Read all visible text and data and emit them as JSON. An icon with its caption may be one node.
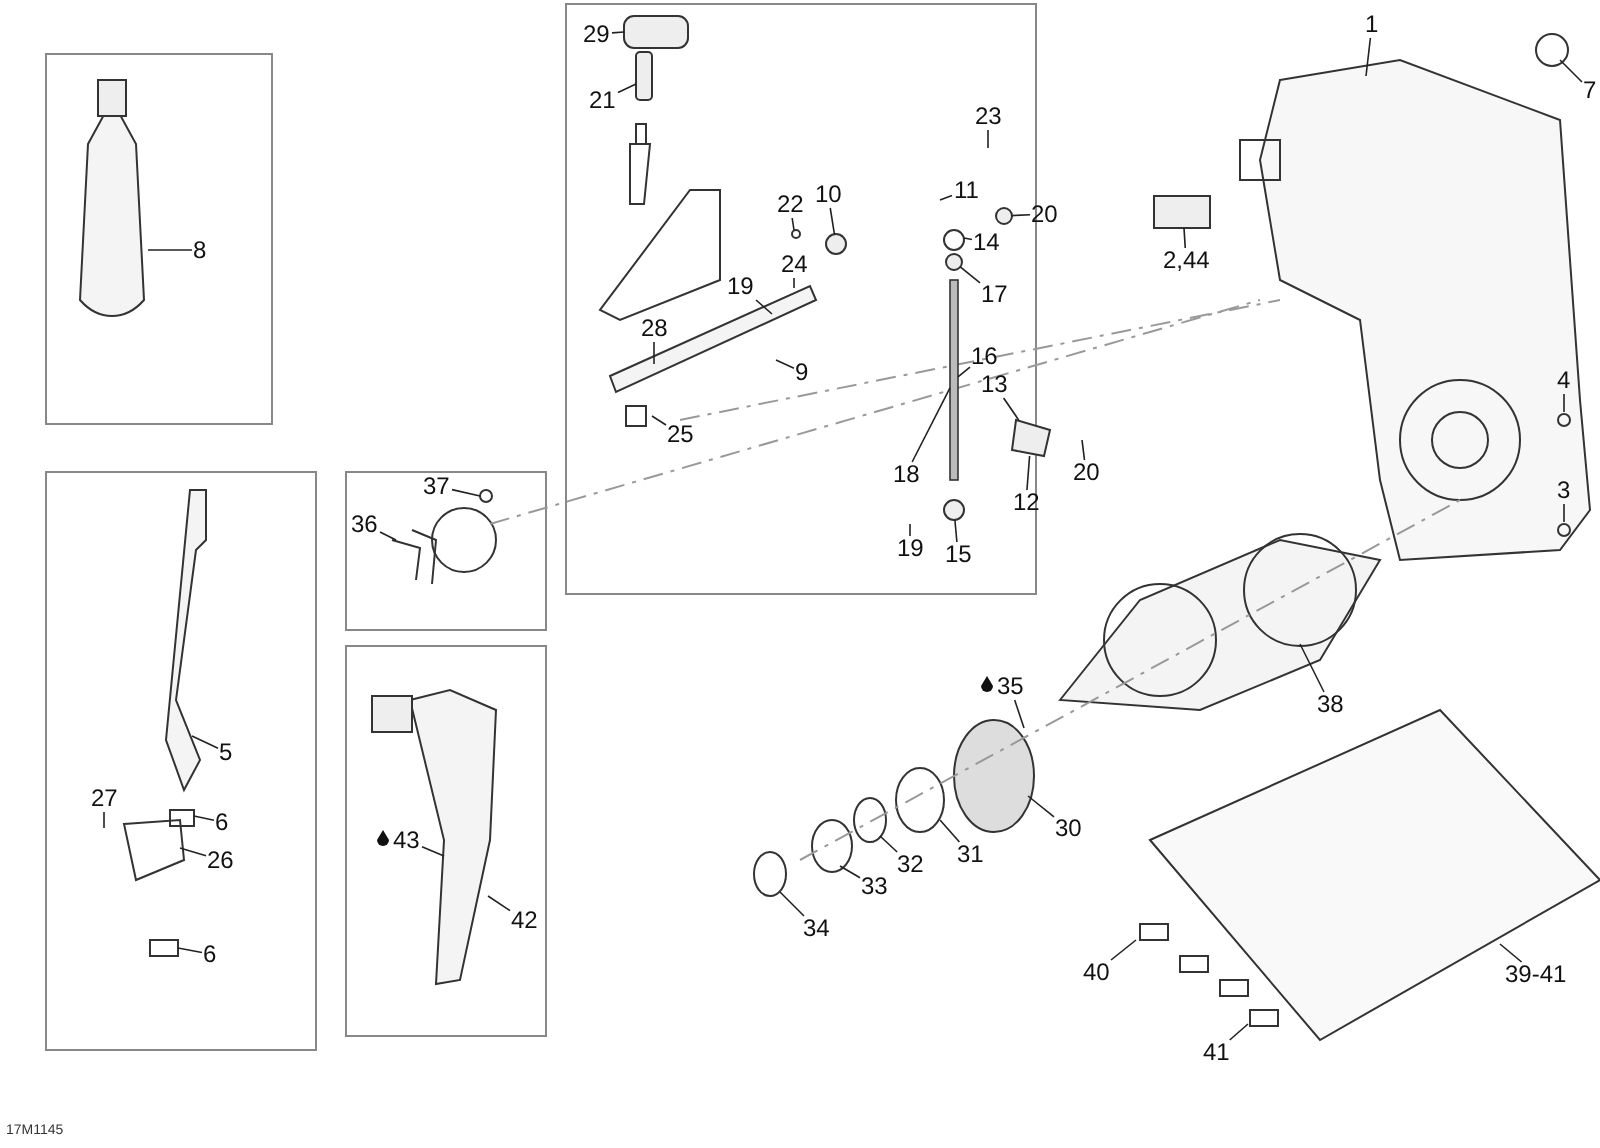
{
  "diagram": {
    "nodes": [
      {
        "text": [
          "1"
        ]
      },
      {
        "text": [
          "7"
        ]
      },
      {
        "text": [
          "2,44"
        ]
      },
      {
        "text": [
          "4"
        ]
      },
      {
        "text": [
          "3"
        ]
      },
      {
        "text": [
          "8"
        ]
      },
      {
        "text": [
          "29"
        ]
      },
      {
        "text": [
          "21"
        ]
      },
      {
        "text": [
          "23"
        ]
      },
      {
        "text": [
          "10"
        ]
      },
      {
        "text": [
          "11"
        ]
      },
      {
        "text": [
          "22"
        ]
      },
      {
        "text": [
          "20"
        ]
      },
      {
        "text": [
          "24"
        ]
      },
      {
        "text": [
          "14"
        ]
      },
      {
        "text": [
          "19"
        ]
      },
      {
        "text": [
          "17"
        ]
      },
      {
        "text": [
          "28"
        ]
      },
      {
        "text": [
          "9"
        ]
      },
      {
        "text": [
          "16"
        ]
      },
      {
        "text": [
          "25"
        ]
      },
      {
        "text": [
          "13"
        ]
      },
      {
        "text": [
          "18"
        ]
      },
      {
        "text": [
          "20"
        ]
      },
      {
        "text": [
          "12"
        ]
      },
      {
        "text": [
          "19"
        ]
      },
      {
        "text": [
          "15"
        ]
      },
      {
        "text": [
          "37"
        ]
      },
      {
        "text": [
          "36"
        ]
      },
      {
        "text": [
          "5"
        ]
      },
      {
        "text": [
          "27"
        ]
      },
      {
        "text": [
          "6"
        ]
      },
      {
        "text": [
          "26"
        ]
      },
      {
        "text": [
          "6"
        ]
      },
      {
        "text": [
          "43"
        ]
      },
      {
        "text": [
          "42"
        ]
      },
      {
        "text": [
          "35"
        ]
      },
      {
        "text": [
          "38"
        ]
      },
      {
        "text": [
          "30"
        ]
      },
      {
        "text": [
          "31"
        ]
      },
      {
        "text": [
          "32"
        ]
      },
      {
        "text": [
          "33"
        ]
      },
      {
        "text": [
          "34"
        ]
      },
      {
        "text": [
          "40"
        ]
      },
      {
        "text": [
          "41"
        ]
      },
      {
        "text": [
          "39-41"
        ]
      },
      {
        "text": [],
        "shape": "circle"
      },
      {
        "text": [],
        "shape": "circle"
      },
      {
        "text": [],
        "shape": "circle"
      },
      {
        "text": [],
        "shape": "bar"
      },
      {
        "text": [],
        "shape": "picture"
      },
      {
        "text": [],
        "shape": "circle"
      }
    ],
    "edges": [
      {
        "from": 0,
        "to": null,
        "arrow": "none"
      },
      {
        "from": 1,
        "to": null,
        "arrow": "none"
      },
      {
        "from": 2,
        "to": null,
        "arrow": "none"
      },
      {
        "from": 3,
        "to": null,
        "arrow": "none"
      },
      {
        "from": 4,
        "to": null,
        "arrow": "none"
      },
      {
        "from": 5,
        "to": null,
        "arrow": "none"
      },
      {
        "from": 6,
        "to": null,
        "arrow": "none"
      },
      {
        "from": 7,
        "to": null,
        "arrow": "none"
      },
      {
        "from": 8,
        "to": null,
        "arrow": "none"
      },
      {
        "from": 9,
        "to": 46,
        "arrow": "none"
      },
      {
        "from": 10,
        "to": null,
        "arrow": "none"
      },
      {
        "from": 11,
        "to": null,
        "arrow": "none"
      },
      {
        "from": 12,
        "to": 47,
        "arrow": "none"
      },
      {
        "from": 13,
        "to": null,
        "arrow": "none"
      },
      {
        "from": 14,
        "to": null,
        "arrow": "none"
      },
      {
        "from": 15,
        "to": null,
        "arrow": "none"
      },
      {
        "from": 16,
        "to": 48,
        "arrow": "none"
      },
      {
        "from": 17,
        "to": null,
        "arrow": "none"
      },
      {
        "from": 18,
        "to": null,
        "arrow": "none"
      },
      {
        "from": 19,
        "to": 49,
        "arrow": "none"
      },
      {
        "from": 20,
        "to": null,
        "arrow": "none"
      },
      {
        "from": 21,
        "to": 50,
        "arrow": "none"
      },
      {
        "from": 22,
        "to": 49,
        "arrow": "none"
      },
      {
        "from": 23,
        "to": null,
        "arrow": "none"
      },
      {
        "from": 24,
        "to": 50,
        "arrow": "none"
      },
      {
        "from": 25,
        "to": null,
        "arrow": "none"
      },
      {
        "from": 26,
        "to": 51,
        "arrow": "none"
      },
      {
        "from": 27,
        "to": null,
        "arrow": "none"
      },
      {
        "from": 28,
        "to": null,
        "arrow": "none"
      },
      {
        "from": 29,
        "to": null,
        "arrow": "none"
      },
      {
        "from": 30,
        "to": null,
        "arrow": "none"
      },
      {
        "from": 31,
        "to": null,
        "arrow": "none"
      },
      {
        "from": 32,
        "to": null,
        "arrow": "none"
      },
      {
        "from": 33,
        "to": null,
        "arrow": "none"
      },
      {
        "from": 34,
        "to": null,
        "arrow": "none"
      },
      {
        "from": 35,
        "to": null,
        "arrow": "none"
      },
      {
        "from": 36,
        "to": null,
        "arrow": "none"
      },
      {
        "from": 37,
        "to": null,
        "arrow": "none"
      },
      {
        "from": 38,
        "to": null,
        "arrow": "none"
      },
      {
        "from": 39,
        "to": null,
        "arrow": "none"
      },
      {
        "from": 40,
        "to": null,
        "arrow": "none"
      },
      {
        "from": 41,
        "to": null,
        "arrow": "none"
      },
      {
        "from": 42,
        "to": null,
        "arrow": "none"
      },
      {
        "from": 43,
        "to": null,
        "arrow": "none"
      },
      {
        "from": 44,
        "to": null,
        "arrow": "none"
      },
      {
        "from": 45,
        "to": null,
        "arrow": "none"
      }
    ],
    "labels": [
      "17M1145"
    ]
  }
}
